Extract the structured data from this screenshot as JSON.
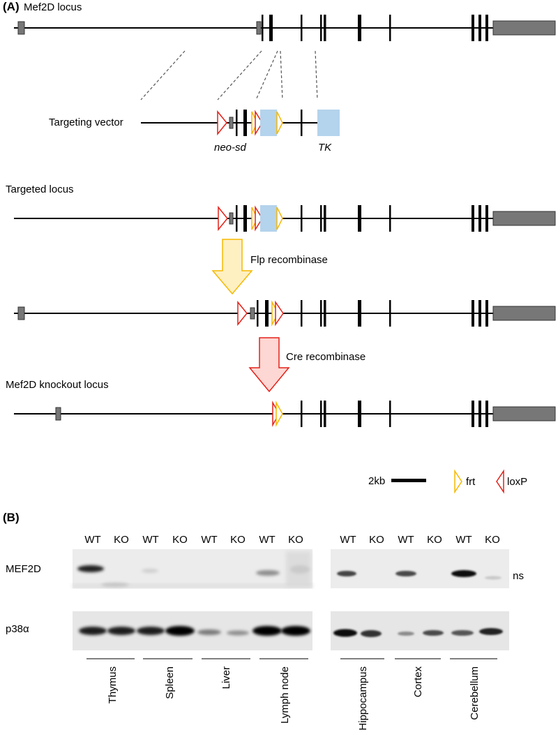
{
  "panel_a": {
    "label": "(A)",
    "loci": {
      "wildtype": "Mef2D locus",
      "vector": "Targeting vector",
      "targeted": "Targeted locus",
      "knockout": "Mef2D knockout locus"
    },
    "cassettes": {
      "neo": "neo-sd",
      "tk": "TK"
    },
    "steps": {
      "flp": "Flp recombinase",
      "cre": "Cre recombinase"
    },
    "legend": {
      "scale": "2kb",
      "frt": "frt",
      "loxp": "loxP"
    },
    "colors": {
      "frt": "#F5B800",
      "loxp": "#E32119",
      "exon": "#000000",
      "utr": "#777777",
      "cassette": "#B4D3EC",
      "flp_arrow_fill": "#FFF0C2",
      "cre_arrow_fill": "#FDD7D3"
    }
  },
  "panel_b": {
    "label": "(B)",
    "lanes_left": [
      "WT",
      "KO",
      "WT",
      "KO",
      "WT",
      "KO",
      "WT",
      "KO"
    ],
    "lanes_right": [
      "WT",
      "KO",
      "WT",
      "KO",
      "WT",
      "KO"
    ],
    "rows": {
      "mef2d": "MEF2D",
      "p38": "p38α"
    },
    "annotation": "← ns",
    "tissues_left": [
      "Thymus",
      "Spleen",
      "Liver",
      "Lymph node"
    ],
    "tissues_right": [
      "Hippocampus",
      "Cortex",
      "Cerebellum"
    ]
  }
}
